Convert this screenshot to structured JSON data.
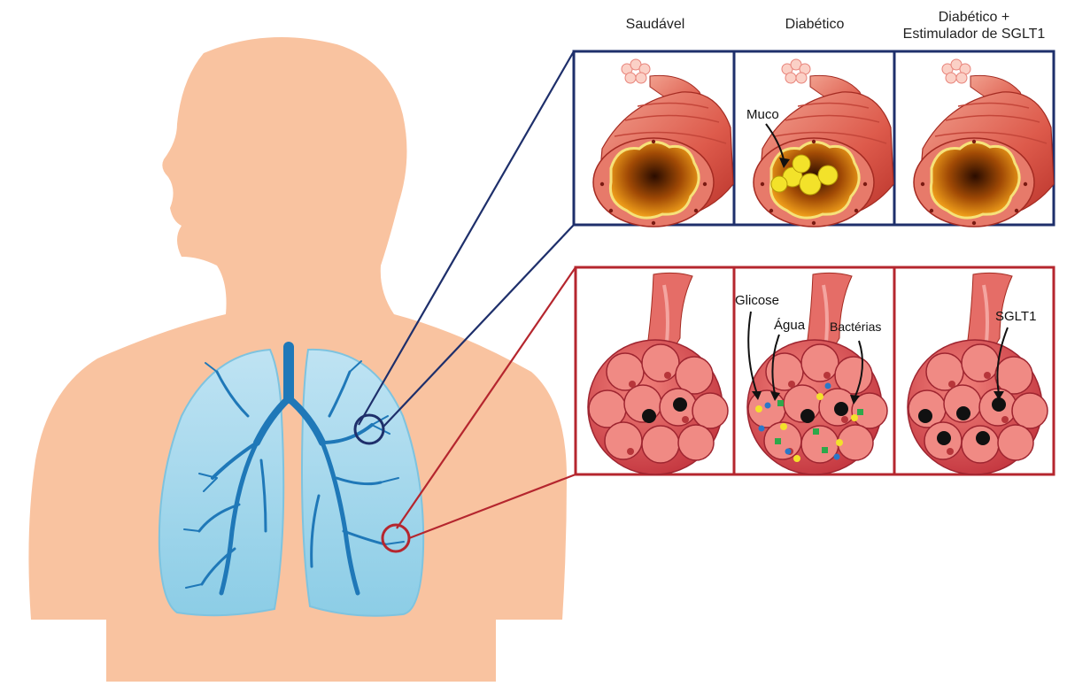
{
  "columns": {
    "healthy": "Saudável",
    "diabetic": "Diabético",
    "treated_line1": "Diabético +",
    "treated_line2": "Estimulador de SGLT1"
  },
  "labels": {
    "mucus": "Muco",
    "glucose": "Glicose",
    "water": "Água",
    "bacteria": "Bactérias",
    "sglt1": "SGLT1"
  },
  "colors": {
    "skin": "#f9c3a0",
    "lung_light": "#a9d9ee",
    "bronchi": "#1f78b8",
    "airway_frame": "#1e2f6b",
    "alveoli_frame": "#b5262e",
    "tissue": "#e25a52",
    "mucus": "#f3e22a"
  }
}
